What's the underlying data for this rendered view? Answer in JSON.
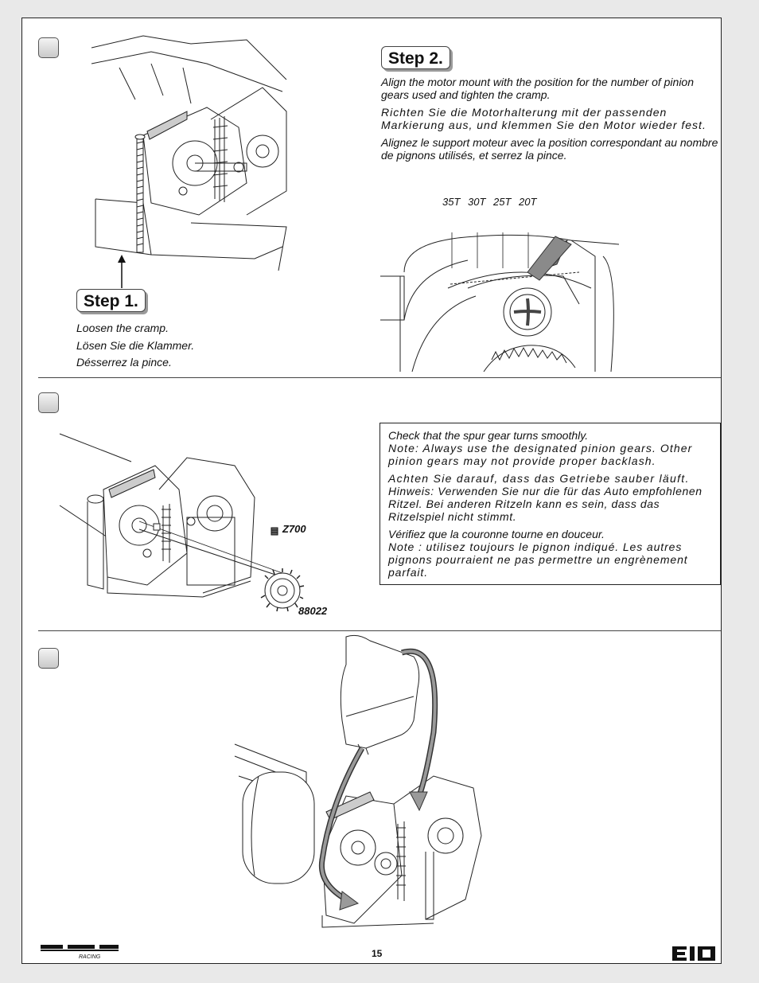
{
  "step1": {
    "label": "Step 1.",
    "lines": [
      "Loosen the cramp.",
      "Lösen Sie die Klammer.",
      "Désserrez la pince."
    ]
  },
  "step2": {
    "label": "Step 2.",
    "en": "Align the motor mount with the position for the number of pinion gears used and tighten the cramp.",
    "de": "Richten Sie die Motorhalterung mit der passenden Markierung aus, und klemmen Sie den Motor wieder fest.",
    "fr": "Alignez le support moteur avec la position correspondant au nombre de pignons utilisés, et serrez la pince."
  },
  "gear_marks": [
    "35T",
    "30T",
    "25T",
    "20T"
  ],
  "note": {
    "en1": "Check that the spur gear turns smoothly.",
    "en2": "Note: Always use the designated pinion gears. Other pinion gears may not provide proper backlash.",
    "de1": "Achten Sie darauf, dass das Getriebe sauber läuft.",
    "de2": "Hinweis: Verwenden Sie nur die für das Auto empfohlenen Ritzel. Bei anderen Ritzeln kann es sein, dass das Ritzelspiel nicht stimmt.",
    "fr1": "Vérifiez que la couronne tourne en douceur.",
    "fr2": "Note : utilisez toujours le pignon indiqué. Les autres pignons pourraient ne pas permettre un engrènement parfait."
  },
  "parts": {
    "screw": "Z700",
    "pinion": "88022"
  },
  "footer": {
    "page_number": "15",
    "brand_logo": "HPI RACING",
    "model_logo": "E10"
  }
}
